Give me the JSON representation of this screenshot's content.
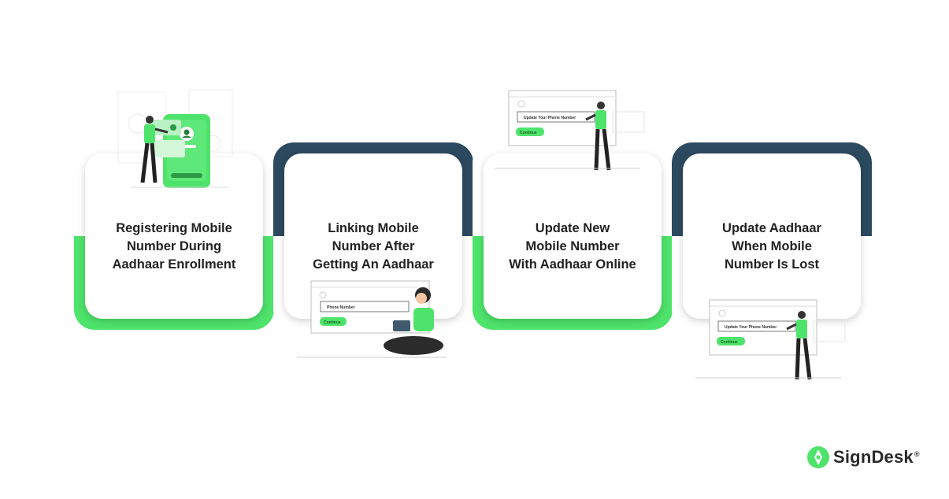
{
  "cards": [
    {
      "title": "Registering Mobile\nNumber During\nAadhaar Enrollment"
    },
    {
      "title": "Linking Mobile\nNumber After\nGetting An Aadhaar"
    },
    {
      "title": "Update New\nMobile Number\nWith Aadhaar Online"
    },
    {
      "title": "Update Aadhaar\nWhen Mobile\nNumber Is Lost"
    }
  ],
  "illustrations": {
    "phone_field": "Phone Number",
    "update_field": "Update Your Phone Number",
    "continue": "Continue"
  },
  "brand": {
    "name": "SignDesk",
    "reg": "®"
  },
  "colors": {
    "green": "#4ee36b",
    "navy": "#2c4a5f"
  }
}
